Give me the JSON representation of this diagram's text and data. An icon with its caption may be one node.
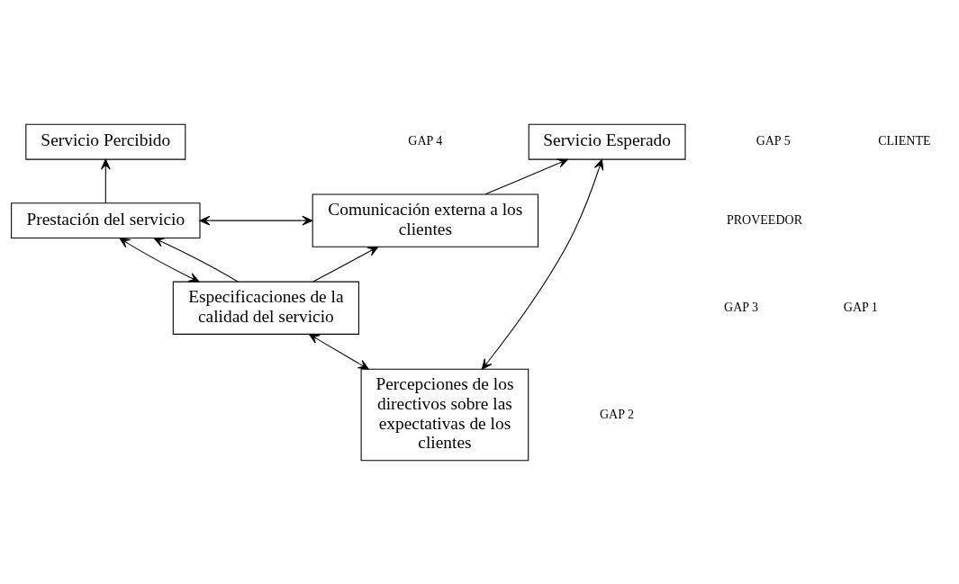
{
  "diagram": {
    "nodes": [
      {
        "text": [
          "Servicio Esperado"
        ]
      },
      {
        "text": [
          "Servicio Percibido"
        ]
      },
      {
        "text": [
          "Prestación del servicio"
        ]
      },
      {
        "text": [
          "Comunicación externa a los clientes"
        ]
      },
      {
        "text": [
          "Especificaciones de la calidad del servicio"
        ]
      },
      {
        "text": [
          "Percepciones de los directivos sobre las expectativas de los clientes"
        ]
      }
    ],
    "edges": [
      {
        "from": 5,
        "to": 0,
        "arrow": "both"
      },
      {
        "from": 2,
        "to": 1,
        "arrow": "to"
      },
      {
        "from": 2,
        "to": 3,
        "arrow": "both"
      },
      {
        "from": 3,
        "to": 0,
        "arrow": "to"
      },
      {
        "from": 2,
        "to": 4,
        "arrow": "both"
      },
      {
        "from": 4,
        "to": 2,
        "arrow": "to"
      },
      {
        "from": 4,
        "to": 3,
        "arrow": "to"
      },
      {
        "from": 4,
        "to": 5,
        "arrow": "both"
      }
    ],
    "labels": [
      "GAP 5",
      "CLIENTE",
      "PROVEEDOR",
      "GAP 4",
      "GAP 3",
      "GAP 1",
      "GAP 2"
    ]
  }
}
